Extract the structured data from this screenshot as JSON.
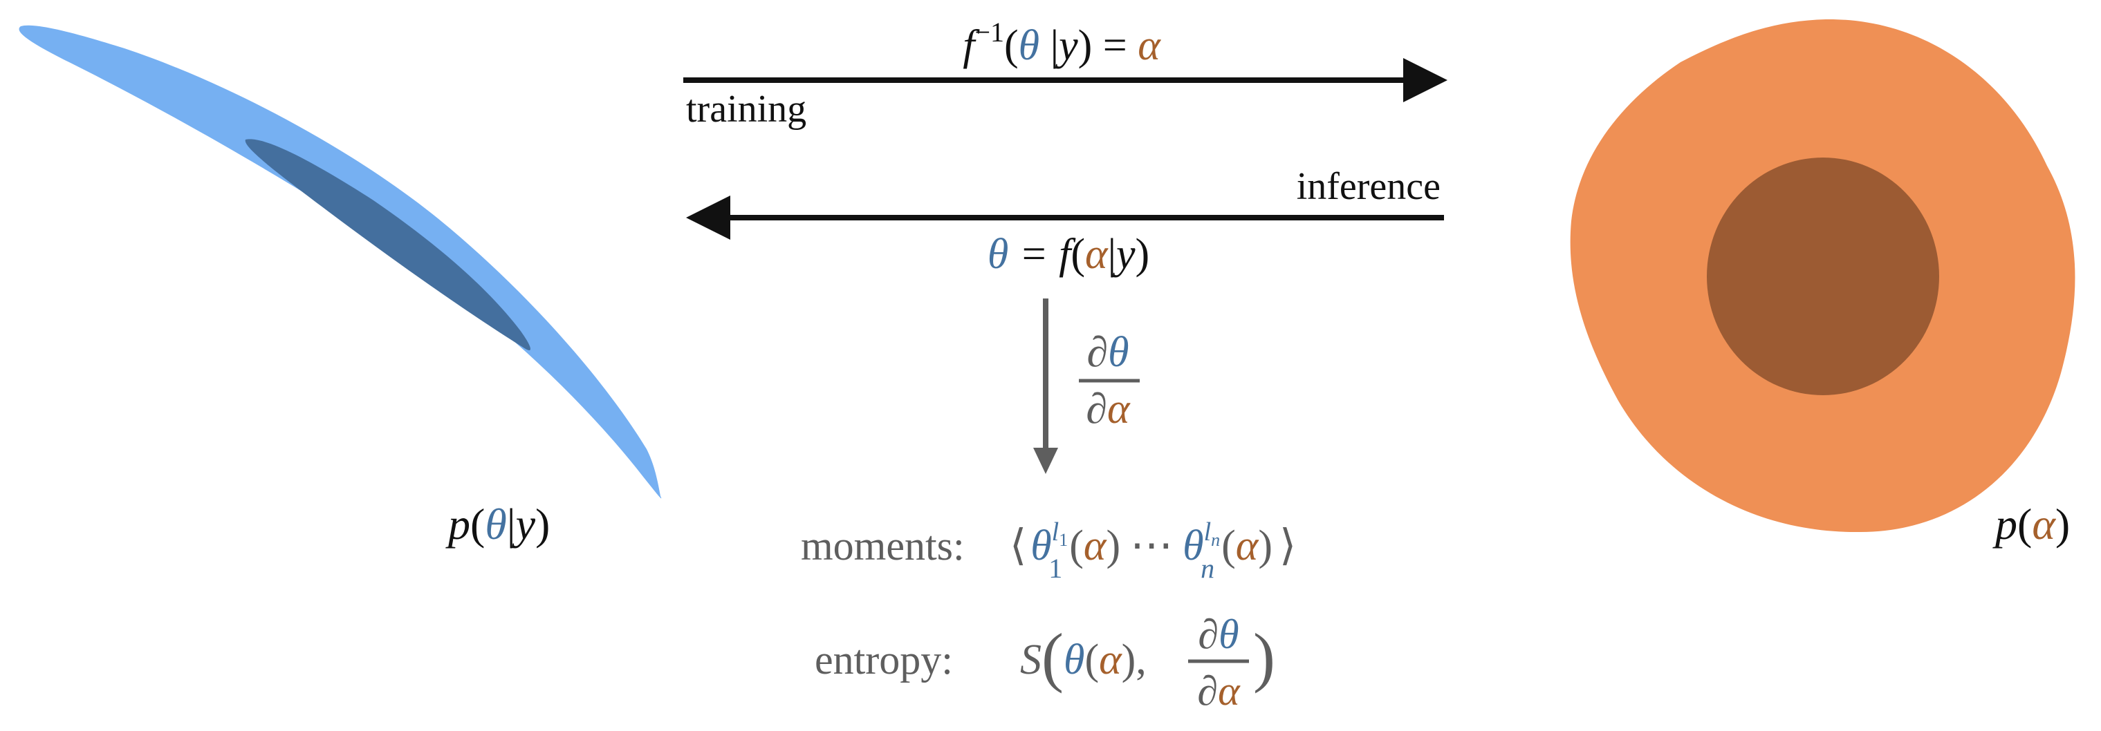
{
  "colors": {
    "theta_blue": "#4472a0",
    "alpha_brown": "#a5602c",
    "text_black": "#111111",
    "text_gray": "#5e5e5e",
    "posterior_outer": "#76b0f2",
    "posterior_inner": "#446f9e",
    "latent_outer": "#ef9055",
    "latent_inner": "#9c5b33",
    "arrow_gray": "#5e5e5e"
  },
  "arrows": {
    "training": {
      "label": "training",
      "formula": {
        "f": "f",
        "sup": "−1",
        "lp": "(",
        "theta": "θ",
        "bar": " |",
        "y": "y",
        "rp_eq": ") = ",
        "alpha": "α"
      }
    },
    "inference": {
      "label": "inference",
      "formula": {
        "theta": "θ",
        "eq_f": " = f",
        "lp": "(",
        "alpha": "α",
        "bar": "|",
        "y": "y",
        "rp": ")"
      }
    },
    "jacobian": {
      "partial": "∂",
      "theta": "θ",
      "alpha": "α"
    }
  },
  "distributions": {
    "posterior": {
      "p": "p",
      "lp": "(",
      "theta": "θ",
      "bar": "|",
      "y": "y",
      "rp": ")"
    },
    "latent": {
      "p": "p",
      "lp": "(",
      "alpha": "α",
      "rp": ")"
    }
  },
  "outputs": {
    "moments": {
      "label": "moments:",
      "langle": "⟨",
      "theta": "θ",
      "sub1": "1",
      "sup1_l": "l",
      "sup1_sub": "1",
      "lp": "(",
      "alpha": "α",
      "rp": ")",
      "cdots": "⋯",
      "subn": "n",
      "supn_l": "l",
      "supn_sub": "n",
      "rangle": "⟩"
    },
    "entropy": {
      "label": "entropy:",
      "S": "S",
      "big_lp": "(",
      "theta": "θ",
      "lp": "(",
      "alpha": "α",
      "rp_comma": "),",
      "partial": "∂",
      "big_rp": ")"
    }
  }
}
